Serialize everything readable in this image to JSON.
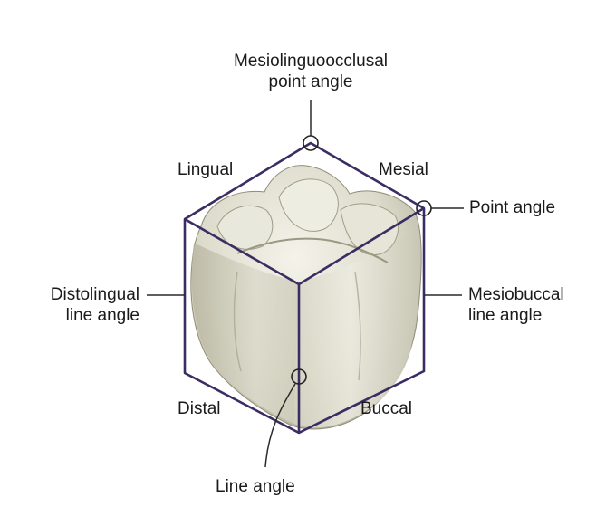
{
  "labels": {
    "mesiolinguoocclusal_line1": "Mesiolinguoocclusal",
    "mesiolinguoocclusal_line2": "point angle",
    "lingual": "Lingual",
    "mesial": "Mesial",
    "point_angle": "Point angle",
    "distolingual_line1": "Distolingual",
    "distolingual_line2": "line angle",
    "mesiobuccal_line1": "Mesiobuccal",
    "mesiobuccal_line2": "line angle",
    "distal": "Distal",
    "buccal": "Buccal",
    "line_angle": "Line angle"
  },
  "colors": {
    "outline": "#3b2d63",
    "leader": "#2a2a2a",
    "tooth_light": "#efeee4",
    "tooth_mid": "#d8d6c6",
    "tooth_dark": "#a9a792"
  }
}
